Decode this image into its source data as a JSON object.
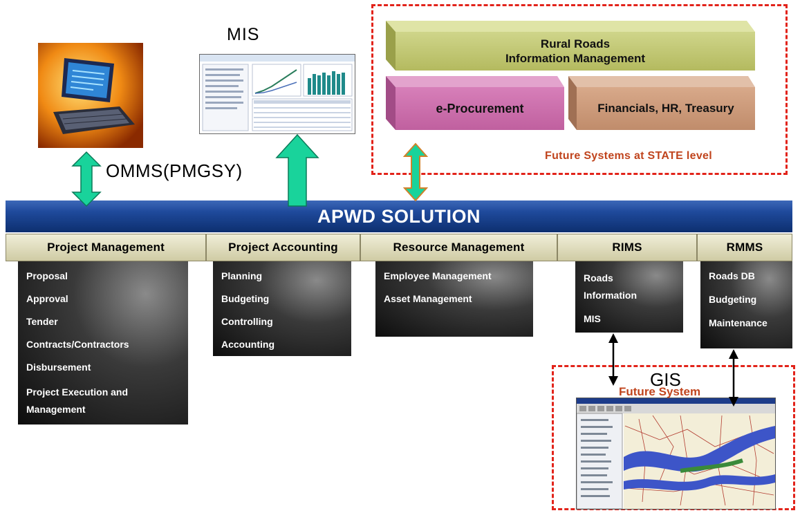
{
  "mis": {
    "title": "MIS"
  },
  "omms": {
    "label": "OMMS(PMGSY)"
  },
  "state_systems": {
    "rural_roads": [
      "Rural Roads",
      "Information Management"
    ],
    "eprocurement": "e-Procurement",
    "financials": "Financials, HR, Treasury",
    "caption": "Future Systems at STATE level"
  },
  "banner": {
    "title": "APWD SOLUTION"
  },
  "modules": [
    {
      "name": "Project Management",
      "items": [
        "Proposal",
        "Approval",
        "Tender",
        "Contracts/Contractors",
        "Disbursement",
        "Project Execution and Management"
      ]
    },
    {
      "name": "Project Accounting",
      "items": [
        "Planning",
        "Budgeting",
        "Controlling",
        "Accounting"
      ]
    },
    {
      "name": "Resource Management",
      "items": [
        "Employee Management",
        "Asset Management"
      ]
    },
    {
      "name": "RIMS",
      "items": [
        "Roads Information",
        "MIS"
      ]
    },
    {
      "name": "RMMS",
      "items": [
        "Roads DB",
        "Budgeting",
        "Maintenance"
      ]
    }
  ],
  "gis": {
    "title": "GIS",
    "subtitle": "Future System"
  },
  "colors": {
    "banner": "#1f4a9c",
    "arrow_green": "#19d39b",
    "dashed_border": "#e2231a",
    "future_text": "#c0441d",
    "rural_block": "#c2c86f",
    "eproc_block": "#c96aa8",
    "fin_block": "#c9967a"
  }
}
